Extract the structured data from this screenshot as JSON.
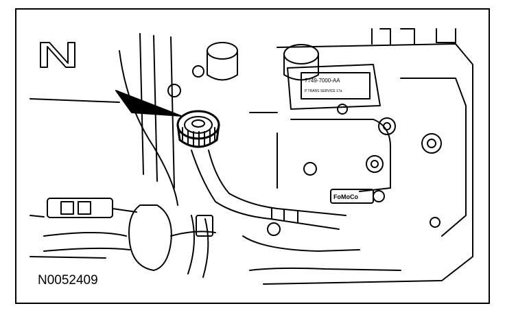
{
  "figure": {
    "reference_number": "N0052409",
    "component_part_number": "7749-7000-AA",
    "component_small_text": "P TRANS SERVICE 17a",
    "fluid_brand": "FoMoCo",
    "direction_letter": "N"
  },
  "colors": {
    "line": "#000000",
    "background": "#ffffff"
  }
}
